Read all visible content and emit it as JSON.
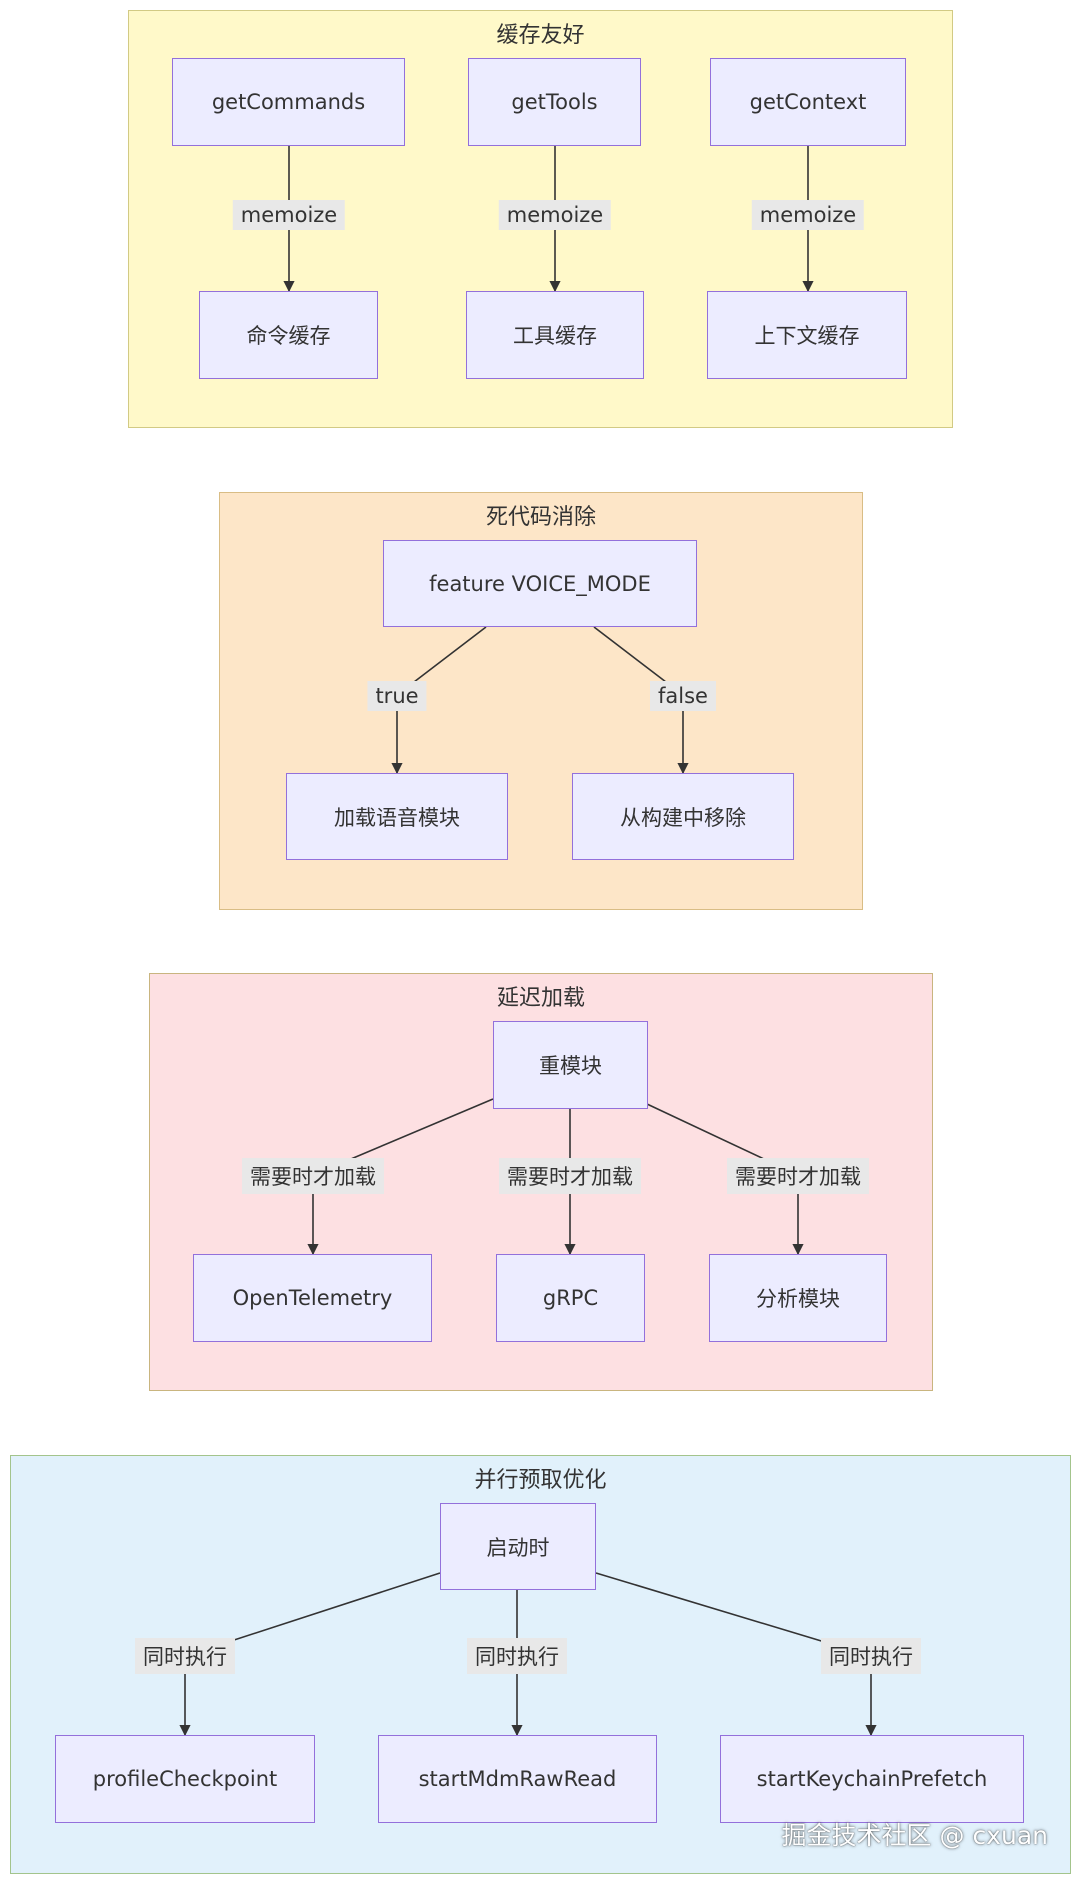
{
  "clusters": [
    {
      "title": "缓存友好",
      "nodes": {
        "get_commands": "getCommands",
        "get_tools": "getTools",
        "get_context": "getContext",
        "command_cache": "命令缓存",
        "tool_cache": "工具缓存",
        "context_cache": "上下文缓存"
      },
      "edge_labels": [
        "memoize",
        "memoize",
        "memoize"
      ]
    },
    {
      "title": "死代码消除",
      "nodes": {
        "feature": "feature VOICE_MODE",
        "load_voice": "加载语音模块",
        "remove_build": "从构建中移除"
      },
      "edge_labels": [
        "true",
        "false"
      ]
    },
    {
      "title": "延迟加载",
      "nodes": {
        "heavy": "重模块",
        "otel": "OpenTelemetry",
        "grpc": "gRPC",
        "analytics": "分析模块"
      },
      "edge_labels": [
        "需要时才加载",
        "需要时才加载",
        "需要时才加载"
      ]
    },
    {
      "title": "并行预取优化",
      "nodes": {
        "startup": "启动时",
        "profile": "profileCheckpoint",
        "mdm": "startMdmRawRead",
        "keychain": "startKeychainPrefetch"
      },
      "edge_labels": [
        "同时执行",
        "同时执行",
        "同时执行"
      ]
    }
  ],
  "watermark": "掘金技术社区 @ cxuan",
  "colors": {
    "node_fill": "#ececff",
    "node_border": "#9370db",
    "edge": "#333333",
    "edge_label_bg": "#e8e8e8",
    "cluster1_bg": "#fff9c9",
    "cluster2_bg": "#fde6c8",
    "cluster3_bg": "#fde0e2",
    "cluster4_bg": "#e1f1fb"
  }
}
